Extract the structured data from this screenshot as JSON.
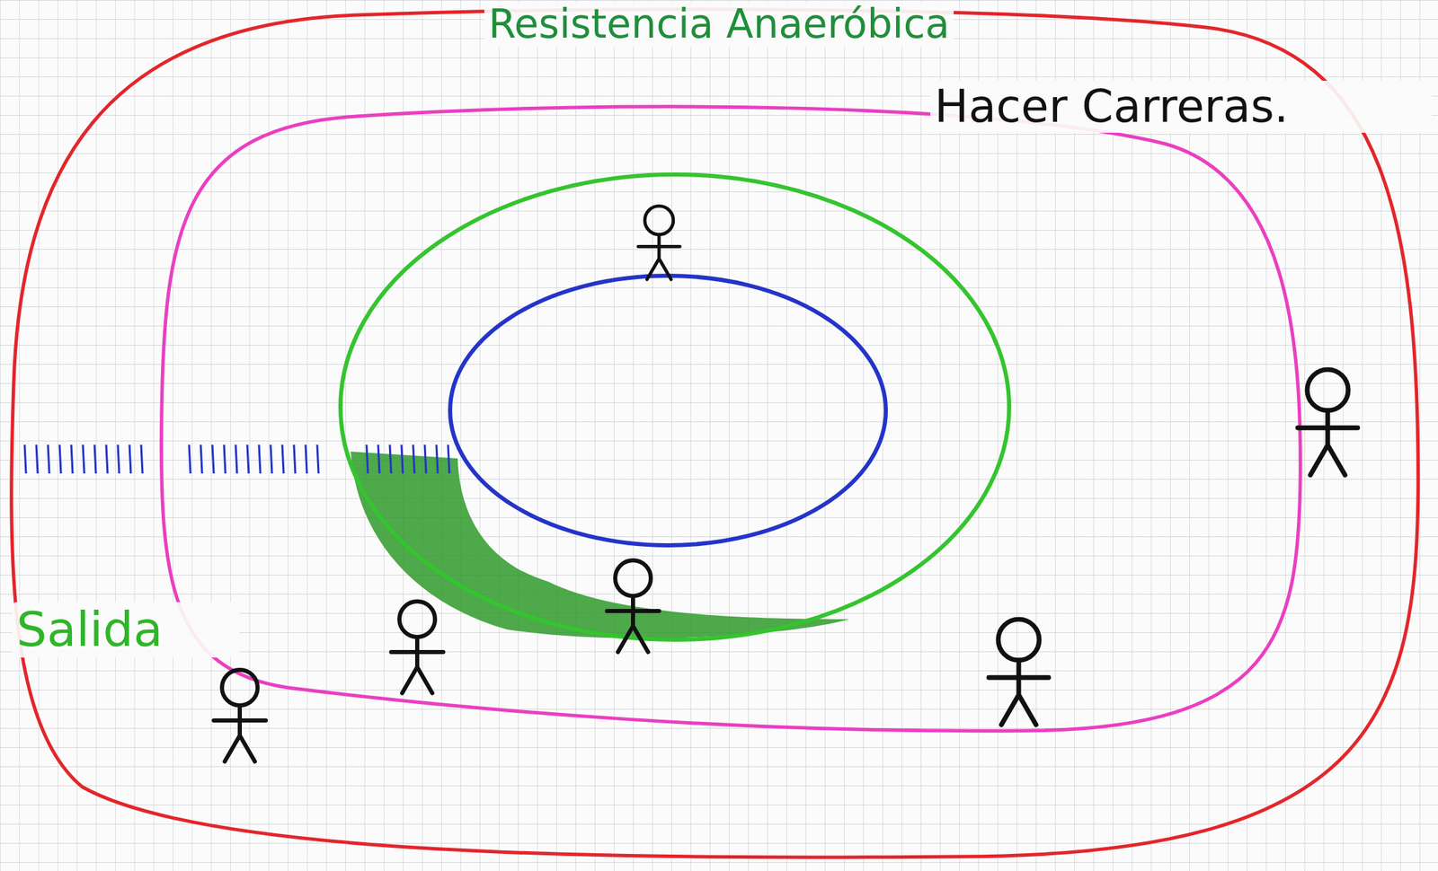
{
  "diagram": {
    "title": "Resistencia Anaeróbica",
    "labels": [
      "Hacer Carreras.",
      "Salida"
    ]
  }
}
